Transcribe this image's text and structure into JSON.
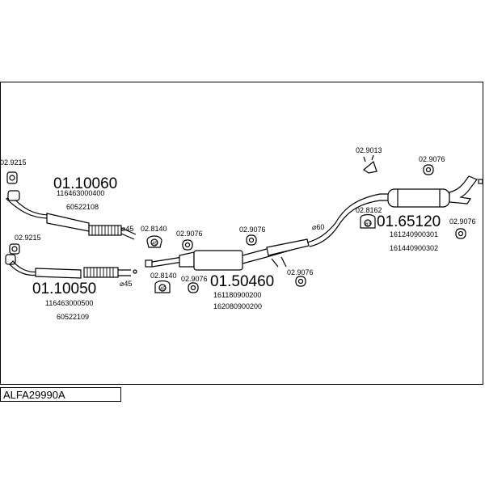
{
  "diagram_code": "ALFA29990A",
  "parts": {
    "front_pipe_top": {
      "number": "01.10060",
      "ref1": "116463000400",
      "ref2": "60522108"
    },
    "front_pipe_bottom": {
      "number": "01.10050",
      "ref1": "116463000500",
      "ref2": "60522109"
    },
    "middle_silencer": {
      "number": "01.50460",
      "ref1": "161180900200",
      "ref2": "162080900200"
    },
    "rear_silencer": {
      "number": "01.65120",
      "ref1": "161240900301",
      "ref2": "161440900302"
    }
  },
  "accessories": {
    "gasket_top": "02.9215",
    "gasket_bottom": "02.9215",
    "clamp_1": "02.8140",
    "clamp_2": "02.8140",
    "clamp_3": "02.8162",
    "hanger_1": "02.9076",
    "hanger_2": "02.9076",
    "hanger_3": "02.9076",
    "hanger_4": "02.9076",
    "hanger_5": "02.9076",
    "hanger_6": "02.9076",
    "bracket": "02.9013"
  },
  "diameters": {
    "d1": "⌀45",
    "d2": "⌀45",
    "d3": "⌀60"
  },
  "clamp_marks": {
    "m1": "45",
    "m2": "45",
    "m3": "63"
  }
}
